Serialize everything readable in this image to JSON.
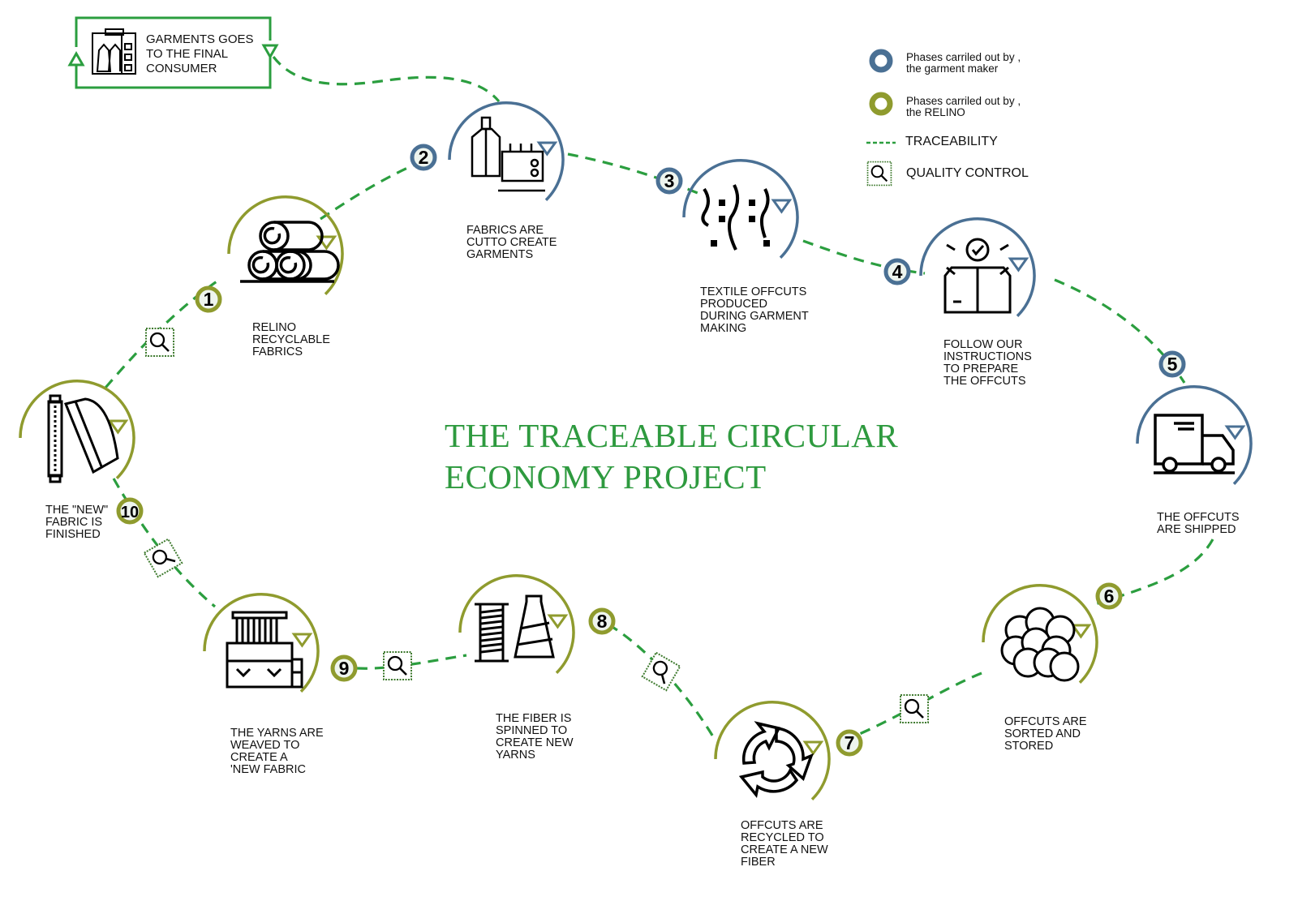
{
  "title": "THE TRACEABLE CIRCULAR\nECONOMY PROJECT",
  "colors": {
    "garment_maker": "#4a7094",
    "relino": "#8f9b2e",
    "traceability": "#2b9e3f",
    "title": "#2e9a3f",
    "quality_control": "#3e7a2e"
  },
  "final_step": {
    "label": " GARMENTS GOES\nTO THE FINAL\nCONSUMER",
    "icon": "clothing-store-icon"
  },
  "legend": {
    "garment_maker": "Phases carriled out by ,\nthe garment maker",
    "relino": "Phases carriled out by ,\nthe RELINO",
    "traceability": "TRACEABILITY",
    "quality_control": "QUALITY CONTROL"
  },
  "steps": [
    {
      "number": "1",
      "phase": "relino",
      "label": "RELINO\nRECYCLABLE\nFABRICS",
      "icon": "fabric-rolls-icon"
    },
    {
      "number": "2",
      "phase": "garment_maker",
      "label": "FABRICS ARE\nCUTTO CREATE\nGARMENTS",
      "icon": "sewing-machine-icon"
    },
    {
      "number": "3",
      "phase": "garment_maker",
      "label": "TEXTILE OFFCUTS\nPRODUCED\nDURING GARMENT\nMAKING",
      "icon": "textile-offcuts-icon"
    },
    {
      "number": "4",
      "phase": "garment_maker",
      "label": "FOLLOW OUR\nINSTRUCTIONS\nTO PREPARE\nTHE OFFCUTS",
      "icon": "box-check-icon"
    },
    {
      "number": "5",
      "phase": "garment_maker",
      "label": "THE OFFCUTS\nARE SHIPPED",
      "icon": "truck-icon"
    },
    {
      "number": "6",
      "phase": "relino",
      "label": "OFFCUTS ARE\nSORTED AND\nSTORED",
      "icon": "bales-icon"
    },
    {
      "number": "7",
      "phase": "relino",
      "label": "OFFCUTS ARE\nRECYCLED TO\nCREATE A NEW\nFIBER",
      "icon": "recycle-icon"
    },
    {
      "number": "8",
      "phase": "relino",
      "label": "THE FIBER IS\nSPINNED TO\nCREATE NEW\nYARNS",
      "icon": "spool-icon"
    },
    {
      "number": "9",
      "phase": "relino",
      "label": "THE YARNS ARE\nWEAVED TO\nCREATE A\n'NEW FABRIC",
      "icon": "loom-icon"
    },
    {
      "number": "10",
      "phase": "relino",
      "label": "THE \"NEW\"\nFABRIC IS\nFINISHED",
      "icon": "finished-fabric-icon"
    }
  ]
}
